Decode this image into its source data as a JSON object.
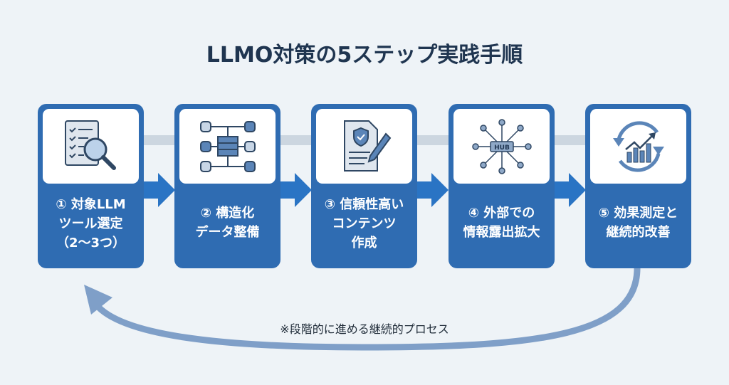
{
  "title": "LLMO対策の5ステップ実践手順",
  "steps": [
    {
      "lines": [
        "① 対象LLM",
        "ツール選定",
        "（2〜3つ）"
      ],
      "icon": "checklist-search-icon"
    },
    {
      "lines": [
        "② 構造化",
        "データ整備"
      ],
      "icon": "database-network-icon"
    },
    {
      "lines": [
        "③ 信頼性高い",
        "コンテンツ",
        "作成"
      ],
      "icon": "document-pen-shield-icon"
    },
    {
      "lines": [
        "④ 外部での",
        "情報露出拡大"
      ],
      "icon": "hub-network-icon",
      "hub_text": "HUB"
    },
    {
      "lines": [
        "⑤ 効果測定と",
        "継続的改善"
      ],
      "icon": "cycle-chart-icon"
    }
  ],
  "note": "※段階的に進める継続的プロセス",
  "colors": {
    "card": "#2f6cb2",
    "arrow": "#2a74c4",
    "loop": "#7f9fc8",
    "title": "#1f3550"
  }
}
